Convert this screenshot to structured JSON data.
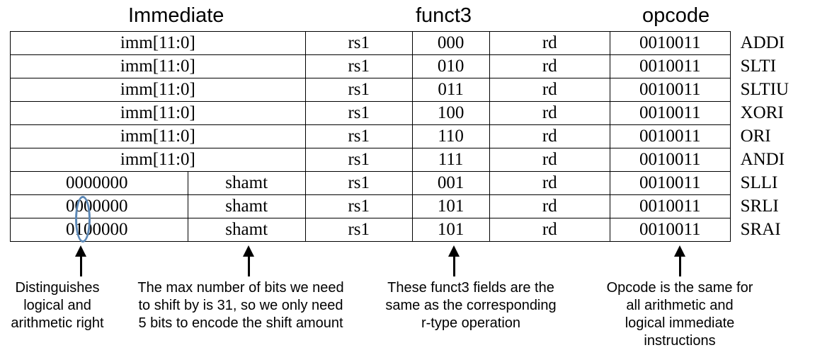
{
  "headers": {
    "immediate": "Immediate",
    "funct3": "funct3",
    "opcode": "opcode"
  },
  "rows": [
    {
      "imm": "imm[11:0]",
      "rs1": "rs1",
      "funct3": "000",
      "rd": "rd",
      "opcode": "0010011",
      "mnemonic": "ADDI"
    },
    {
      "imm": "imm[11:0]",
      "rs1": "rs1",
      "funct3": "010",
      "rd": "rd",
      "opcode": "0010011",
      "mnemonic": "SLTI"
    },
    {
      "imm": "imm[11:0]",
      "rs1": "rs1",
      "funct3": "011",
      "rd": "rd",
      "opcode": "0010011",
      "mnemonic": "SLTIU"
    },
    {
      "imm": "imm[11:0]",
      "rs1": "rs1",
      "funct3": "100",
      "rd": "rd",
      "opcode": "0010011",
      "mnemonic": "XORI"
    },
    {
      "imm": "imm[11:0]",
      "rs1": "rs1",
      "funct3": "110",
      "rd": "rd",
      "opcode": "0010011",
      "mnemonic": "ORI"
    },
    {
      "imm": "imm[11:0]",
      "rs1": "rs1",
      "funct3": "111",
      "rd": "rd",
      "opcode": "0010011",
      "mnemonic": "ANDI"
    }
  ],
  "shift_rows": [
    {
      "imm_hi": "0000000",
      "shamt": "shamt",
      "rs1": "rs1",
      "funct3": "001",
      "rd": "rd",
      "opcode": "0010011",
      "mnemonic": "SLLI"
    },
    {
      "imm_hi": "0000000",
      "shamt": "shamt",
      "rs1": "rs1",
      "funct3": "101",
      "rd": "rd",
      "opcode": "0010011",
      "mnemonic": "SRLI"
    },
    {
      "imm_hi": "0100000",
      "shamt": "shamt",
      "rs1": "rs1",
      "funct3": "101",
      "rd": "rd",
      "opcode": "0010011",
      "mnemonic": "SRAI"
    }
  ],
  "annotations": {
    "logical_arith": "Distinguishes\nlogical and\narithmetic right",
    "shamt": "The max number of bits we need\nto shift by is 31, so we only need\n5 bits to encode the shift amount",
    "funct3": "These funct3 fields are the\nsame as the corresponding\nr-type operation",
    "opcode": "Opcode is the same for\nall arithmetic and\nlogical immediate\ninstructions"
  },
  "colors": {
    "highlight_oval": "#5b87b5"
  },
  "icons": {
    "arrow": "up-arrow-icon"
  }
}
